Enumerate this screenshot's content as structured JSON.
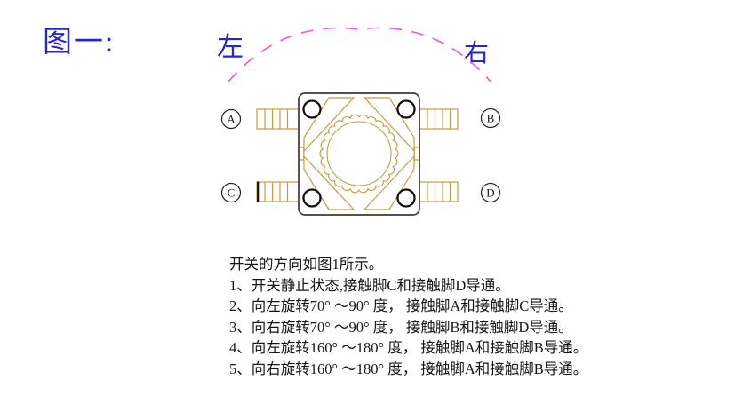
{
  "figure": {
    "title": "图一:",
    "left_rotation_label": "左",
    "right_rotation_label": "右"
  },
  "switch": {
    "pin_labels": [
      "A",
      "B",
      "C",
      "D"
    ]
  },
  "notes": {
    "lines": [
      "开关的方向如图1所示。",
      "1、开关静止状态,接触脚C和接触脚D导通。",
      "2、向左旋转70° ～90° 度， 接触脚A和接触脚C导通。",
      "3、向右旋转70° ～90° 度， 接触脚B和接触脚D导通。",
      "4、向左旋转160° ～180° 度， 接触脚A和接触脚B导通。",
      "5、向右旋转160° ～180° 度， 接触脚A和接触脚B导通。"
    ]
  },
  "colors": {
    "label_blue": "#2727c8",
    "arc_magenta": "#f155d4",
    "line_tan": "#c89b3c",
    "body_dark": "#3a3a3a",
    "text_black": "#161616"
  }
}
